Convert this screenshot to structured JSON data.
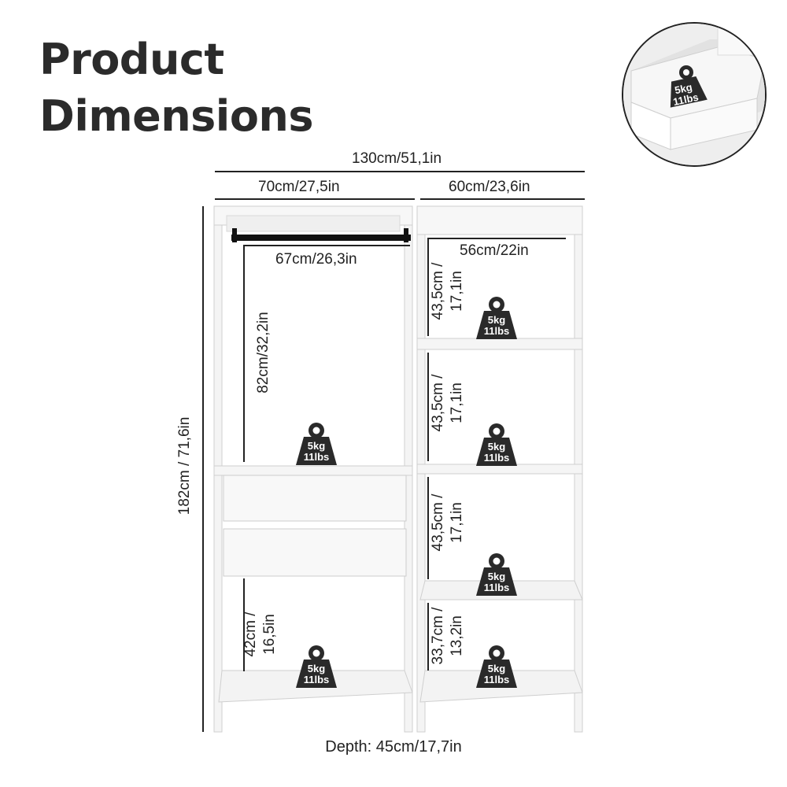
{
  "title": {
    "line1": "Product",
    "line2": "Dimensions"
  },
  "dimensions": {
    "total_width": "130cm/51,1in",
    "left_width": "70cm/27,5in",
    "right_width": "60cm/23,6in",
    "rod_width": "67cm/26,3in",
    "right_inner_width": "56cm/22in",
    "height": "182cm / 71,6in",
    "hanging_height": "82cm/32,2in",
    "left_bottom_a": "42cm /",
    "left_bottom_b": "16,5in",
    "right_s1_a": "43,5cm /",
    "right_s1_b": "17,1in",
    "right_s2_a": "43,5cm /",
    "right_s2_b": "17,1in",
    "right_s3_a": "43,5cm /",
    "right_s3_b": "17,1in",
    "right_s4_a": "33,7cm /",
    "right_s4_b": "13,2in",
    "depth": "Depth: 45cm/17,7in"
  },
  "load_badge": {
    "kg": "5kg",
    "lbs": "11lbs",
    "icon": "weight-icon",
    "color": "#2a2a2a"
  },
  "colors": {
    "frame": "#f2f2f2",
    "edge": "#c9c9c9",
    "line": "#222222",
    "rod": "#111111"
  }
}
